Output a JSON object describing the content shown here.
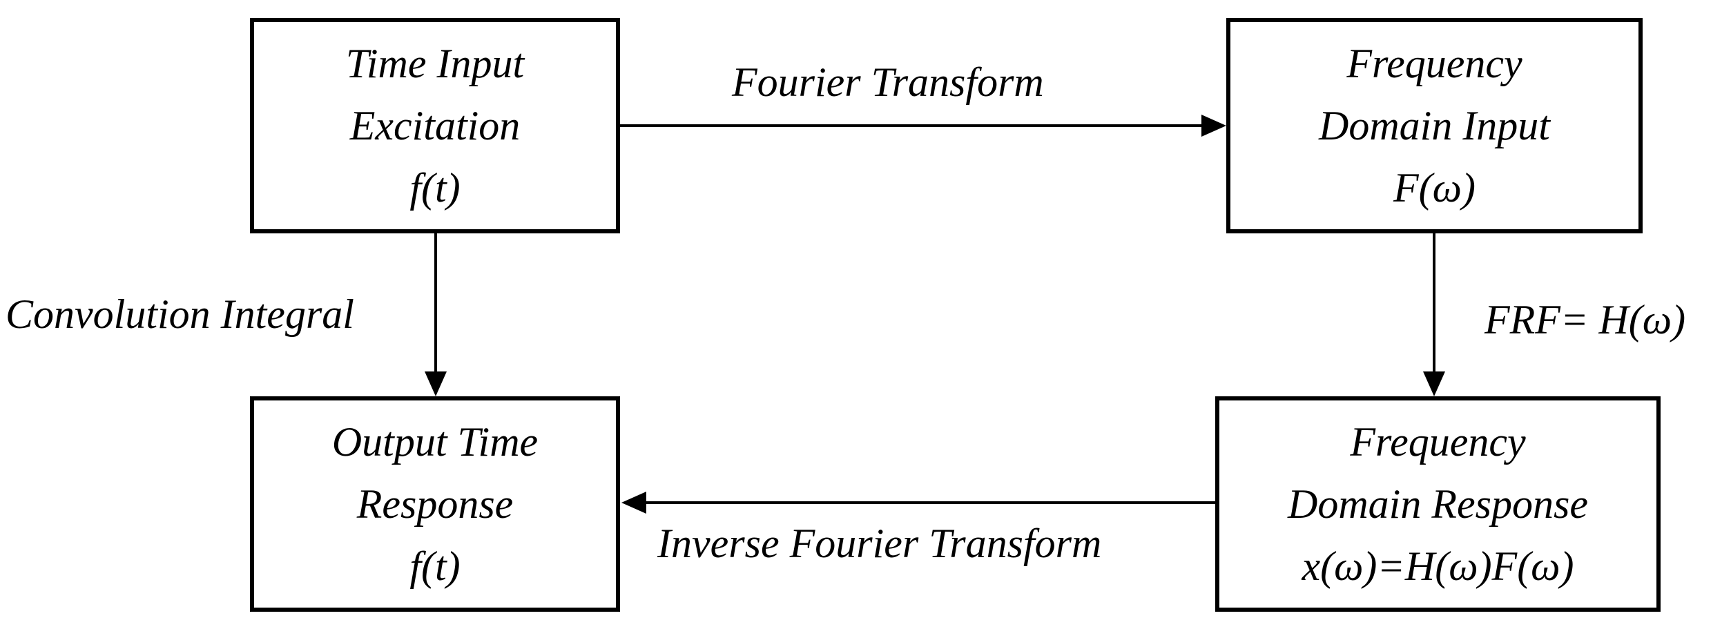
{
  "nodes": {
    "time_input": {
      "lines": [
        "Time Input",
        "Excitation",
        "f(t)"
      ]
    },
    "freq_input": {
      "lines": [
        "Frequency",
        "Domain Input",
        "F(ω)"
      ]
    },
    "output_time": {
      "lines": [
        "Output Time",
        "Response",
        "f(t)"
      ]
    },
    "freq_response": {
      "lines": [
        "Frequency",
        "Domain Response",
        "x(ω)=H(ω)F(ω)"
      ]
    }
  },
  "edges": {
    "fourier": {
      "label": "Fourier Transform",
      "from": "time_input",
      "to": "freq_input"
    },
    "frf": {
      "label": "FRF= H(ω)",
      "from": "freq_input",
      "to": "freq_response"
    },
    "inverse": {
      "label": "Inverse Fourier Transform",
      "from": "freq_response",
      "to": "output_time"
    },
    "convolution": {
      "label": "Convolution Integral",
      "from": "time_input",
      "to": "output_time"
    }
  }
}
